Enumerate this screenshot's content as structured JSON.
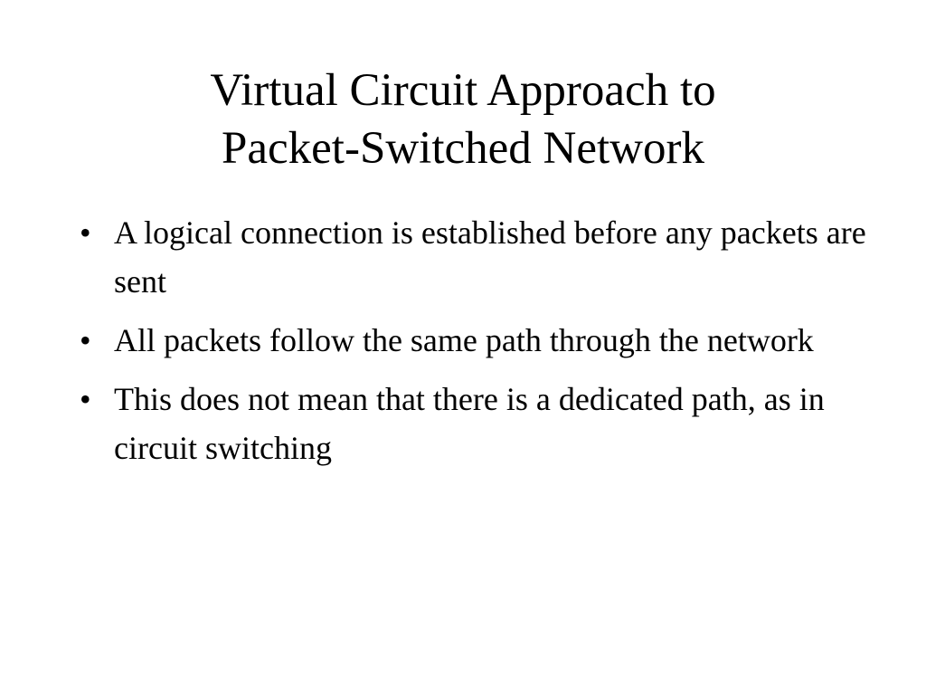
{
  "slide": {
    "title_lines": [
      "Virtual Circuit Approach to",
      "Packet-Switched Network"
    ],
    "bullet_symbol": "•",
    "bullets": [
      "A logical connection is established before any packets are sent",
      "All packets follow the same path through the network",
      "This does not mean that there is a dedicated path, as in circuit switching"
    ]
  }
}
